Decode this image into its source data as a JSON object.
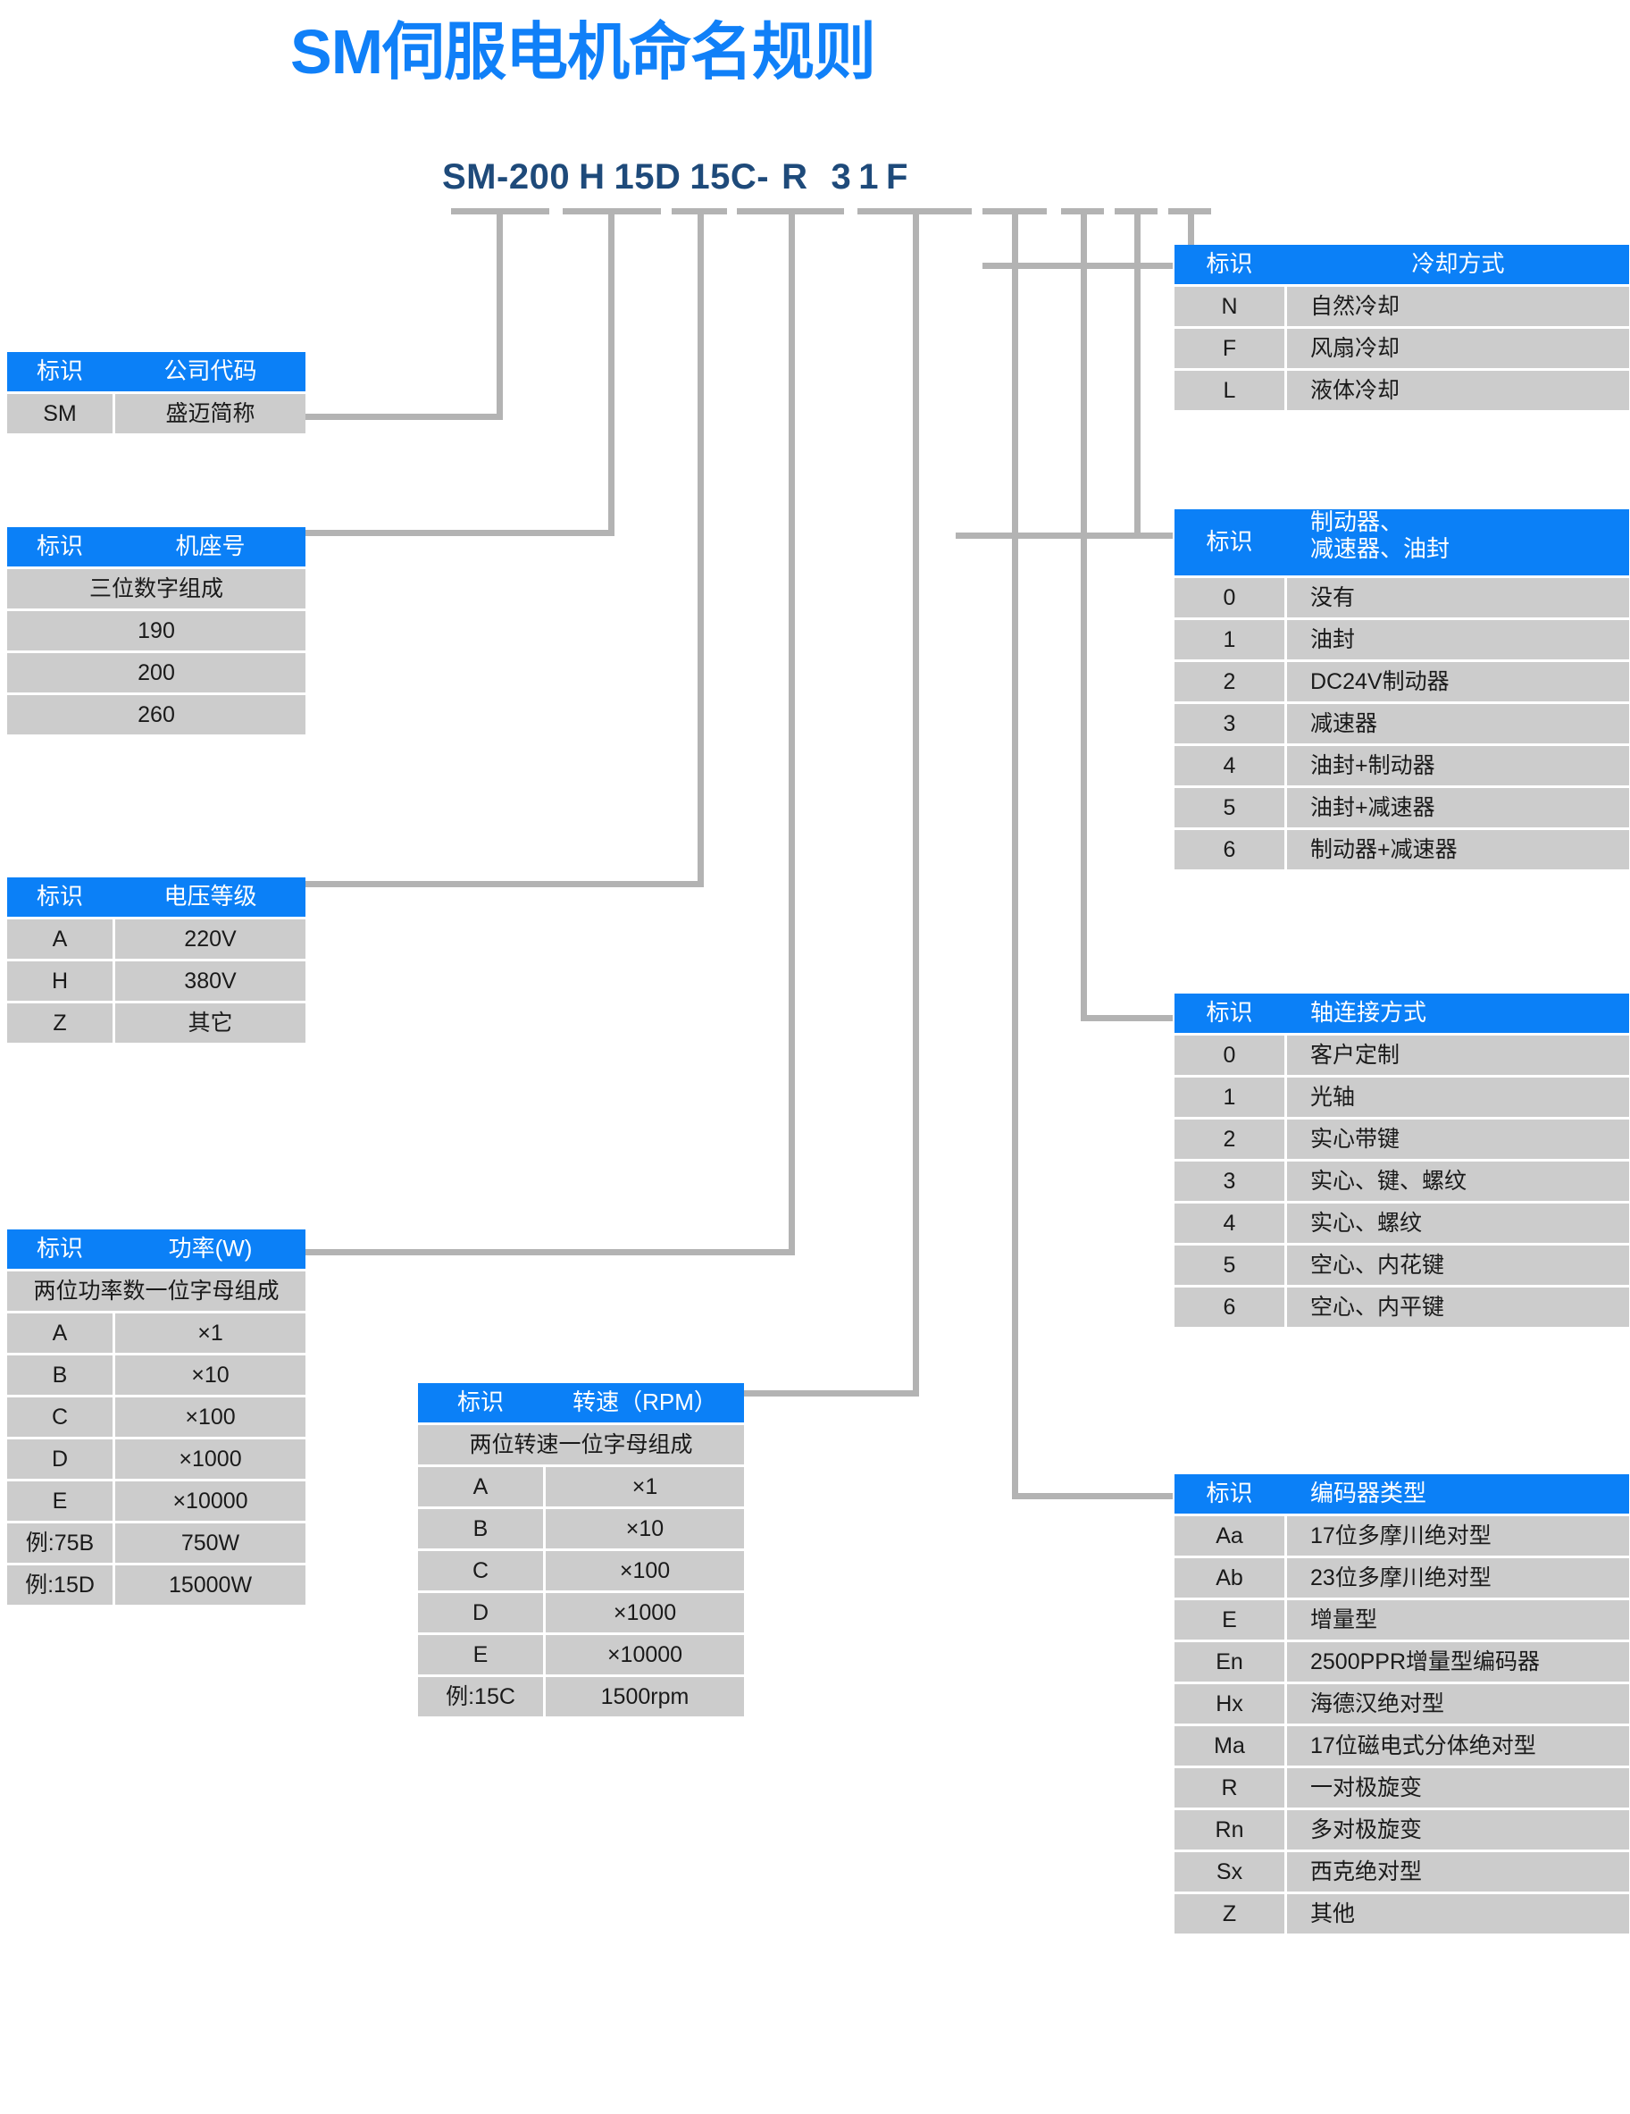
{
  "title": "SM伺服电机命名规则",
  "model_code": {
    "full": "SM-200 H 15D 15C- R  3 1 F",
    "segments": [
      "SM-",
      "200",
      "H",
      "15D",
      "15C",
      "-",
      "R",
      "3",
      "1",
      "F"
    ]
  },
  "colors": {
    "title_blue": "#1080f8",
    "header_blue": "#0b80f7",
    "row_gray": "#cccccc",
    "code_navy": "#1e4a7a",
    "connector_gray": "#b3b3b3"
  },
  "mark_label": "标识",
  "tables": {
    "company": {
      "header_mark": "标识",
      "header_desc": "公司代码",
      "rows": [
        {
          "mark": "SM",
          "desc": "盛迈简称"
        }
      ]
    },
    "frame": {
      "header_mark": "标识",
      "header_desc": "机座号",
      "span_note": "三位数字组成",
      "rows": [
        {
          "span": "190"
        },
        {
          "span": "200"
        },
        {
          "span": "260"
        }
      ]
    },
    "voltage": {
      "header_mark": "标识",
      "header_desc": "电压等级",
      "rows": [
        {
          "mark": "A",
          "desc": "220V"
        },
        {
          "mark": "H",
          "desc": "380V"
        },
        {
          "mark": "Z",
          "desc": "其它"
        }
      ]
    },
    "power": {
      "header_mark": "标识",
      "header_desc": "功率(W)",
      "span_note": "两位功率数一位字母组成",
      "rows": [
        {
          "mark": "A",
          "desc": "×1"
        },
        {
          "mark": "B",
          "desc": "×10"
        },
        {
          "mark": "C",
          "desc": "×100"
        },
        {
          "mark": "D",
          "desc": "×1000"
        },
        {
          "mark": "E",
          "desc": "×10000"
        },
        {
          "mark": "例:75B",
          "desc": "750W"
        },
        {
          "mark": "例:15D",
          "desc": "15000W"
        }
      ]
    },
    "speed": {
      "header_mark": "标识",
      "header_desc": "转速（RPM）",
      "span_note": "两位转速一位字母组成",
      "rows": [
        {
          "mark": "A",
          "desc": "×1"
        },
        {
          "mark": "B",
          "desc": "×10"
        },
        {
          "mark": "C",
          "desc": "×100"
        },
        {
          "mark": "D",
          "desc": "×1000"
        },
        {
          "mark": "E",
          "desc": "×10000"
        },
        {
          "mark": "例:15C",
          "desc": "1500rpm"
        }
      ]
    },
    "cooling": {
      "header_mark": "标识",
      "header_desc": "冷却方式",
      "rows": [
        {
          "mark": "N",
          "desc": "自然冷却"
        },
        {
          "mark": "F",
          "desc": "风扇冷却"
        },
        {
          "mark": "L",
          "desc": "液体冷却"
        }
      ]
    },
    "brake": {
      "header_mark": "标识",
      "header_desc_line1": "制动器、",
      "header_desc_line2": "减速器、油封",
      "rows": [
        {
          "mark": "0",
          "desc": "没有"
        },
        {
          "mark": "1",
          "desc": "油封"
        },
        {
          "mark": "2",
          "desc": "DC24V制动器"
        },
        {
          "mark": "3",
          "desc": "减速器"
        },
        {
          "mark": "4",
          "desc": "油封+制动器"
        },
        {
          "mark": "5",
          "desc": "油封+减速器"
        },
        {
          "mark": "6",
          "desc": "制动器+减速器"
        }
      ]
    },
    "shaft": {
      "header_mark": "标识",
      "header_desc": "轴连接方式",
      "rows": [
        {
          "mark": "0",
          "desc": "客户定制"
        },
        {
          "mark": "1",
          "desc": "光轴"
        },
        {
          "mark": "2",
          "desc": "实心带键"
        },
        {
          "mark": "3",
          "desc": "实心、键、螺纹"
        },
        {
          "mark": "4",
          "desc": "实心、螺纹"
        },
        {
          "mark": "5",
          "desc": "空心、内花键"
        },
        {
          "mark": "6",
          "desc": "空心、内平键"
        }
      ]
    },
    "encoder": {
      "header_mark": "标识",
      "header_desc": "编码器类型",
      "rows": [
        {
          "mark": "Aa",
          "desc": "17位多摩川绝对型"
        },
        {
          "mark": "Ab",
          "desc": "23位多摩川绝对型"
        },
        {
          "mark": "E",
          "desc": "增量型"
        },
        {
          "mark": "En",
          "desc": "2500PPR增量型编码器"
        },
        {
          "mark": "Hx",
          "desc": "海德汉绝对型"
        },
        {
          "mark": "Ma",
          "desc": "17位磁电式分体绝对型"
        },
        {
          "mark": "R",
          "desc": "一对极旋变"
        },
        {
          "mark": "Rn",
          "desc": "多对极旋变"
        },
        {
          "mark": "Sx",
          "desc": "西克绝对型"
        },
        {
          "mark": "Z",
          "desc": "其他"
        }
      ]
    }
  }
}
